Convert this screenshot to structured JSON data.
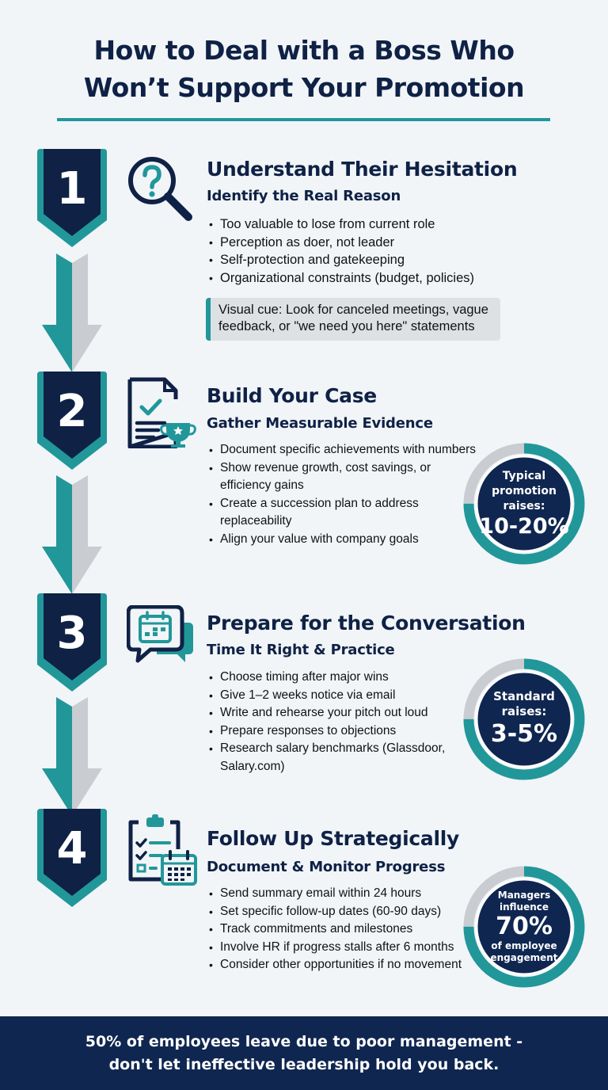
{
  "header": {
    "title_line1": "How to Deal with a Boss Who",
    "title_line2": "Won’t Support Your Promotion"
  },
  "colors": {
    "navy": "#0f2145",
    "teal": "#21979a",
    "gray": "#c9ccd0",
    "background": "#f1f5f8"
  },
  "steps": [
    {
      "number": "1",
      "icon": "magnifier-question-icon",
      "title": "Understand Their Hesitation",
      "subtitle": "Identify the Real Reason",
      "bullets": [
        "Too valuable to lose from current role",
        "Perception as doer, not leader",
        "Self-protection and gatekeeping",
        "Organizational constraints (budget, policies)"
      ],
      "cue_line1": "Visual cue: Look for canceled meetings, vague",
      "cue_line2": "feedback, or \"we need you here\" statements"
    },
    {
      "number": "2",
      "icon": "document-trophy-icon",
      "title": "Build Your Case",
      "subtitle": "Gather Measurable Evidence",
      "bullets": [
        "Document specific achievements with numbers",
        "Show revenue growth, cost savings, or efficiency gains",
        "Create a succession plan to address replaceability",
        "Align your value with company goals"
      ],
      "stat": {
        "label_line1": "Typical",
        "label_line2": "promotion",
        "label_line3": "raises:",
        "value": "10-20%"
      }
    },
    {
      "number": "3",
      "icon": "chat-calendar-icon",
      "title": "Prepare for the Conversation",
      "subtitle": "Time It Right & Practice",
      "bullets": [
        "Choose timing after major wins",
        "Give 1–2 weeks notice via email",
        "Write and rehearse your pitch out loud",
        "Prepare responses to objections",
        "Research salary benchmarks (Glassdoor, Salary.com)"
      ],
      "stat": {
        "label_line1": "Standard",
        "label_line2": "raises:",
        "value": "3-5%"
      }
    },
    {
      "number": "4",
      "icon": "checklist-calendar-icon",
      "title": "Follow Up Strategically",
      "subtitle": "Document & Monitor Progress",
      "bullets": [
        "Send summary email within 24 hours",
        "Set specific follow-up dates (60-90 days)",
        "Track commitments and milestones",
        "Involve HR if progress stalls after 6 months",
        "Consider other opportunities if no movement"
      ],
      "stat": {
        "label_line1": "Managers",
        "label_line2": "influence",
        "value": "70%",
        "label_line3": "of employee",
        "label_line4": "engagement"
      }
    }
  ],
  "footer": {
    "line1": "50% of employees leave due to poor management -",
    "line2": "don't let ineffective leadership hold you back."
  }
}
